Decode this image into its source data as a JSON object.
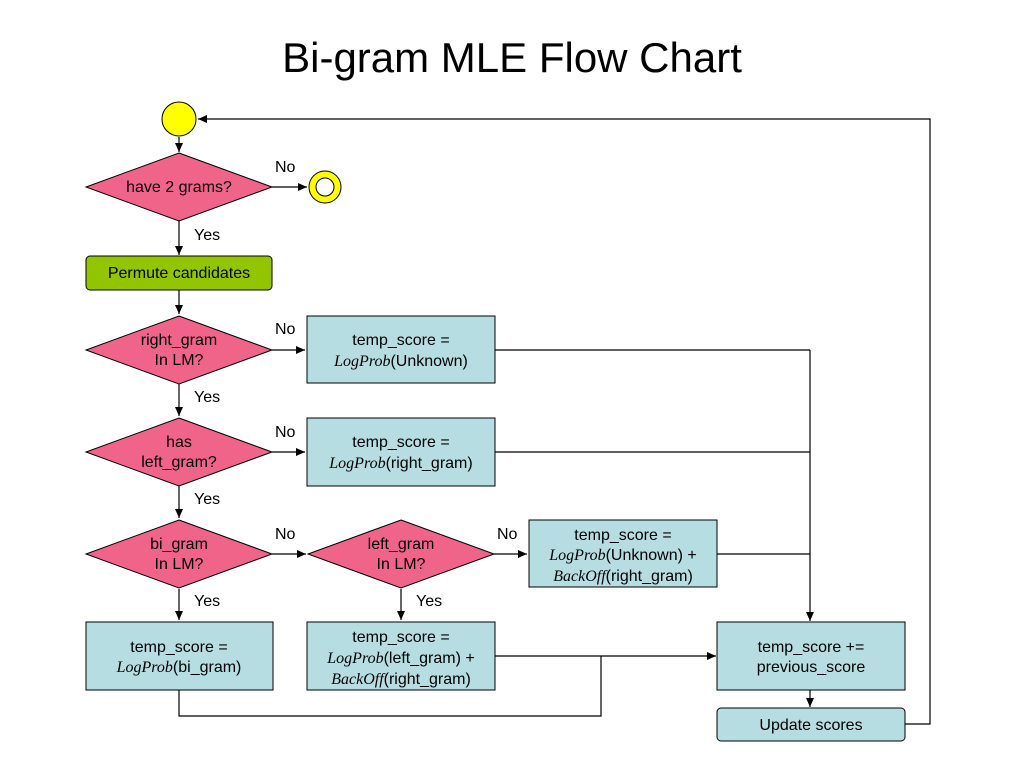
{
  "title": "Bi-gram MLE Flow Chart",
  "colors": {
    "diamond": "#f0648a",
    "process": "#b6dde1",
    "green": "#92c400",
    "terminal": "#ffff00",
    "line": "#000000"
  },
  "nodes": {
    "d1": "have 2 grams?",
    "permute": "Permute candidates",
    "d2_line1": "right_gram",
    "d2_line2": "In LM?",
    "p1_line1": "temp_score =",
    "p1_fn": "LogProb",
    "p1_arg": "(Unknown)",
    "d3_line1": "has",
    "d3_line2": "left_gram?",
    "p2_line1": "temp_score =",
    "p2_fn": "LogProb",
    "p2_arg": "(right_gram)",
    "d4_line1": "bi_gram",
    "d4_line2": "In LM?",
    "d5_line1": "left_gram",
    "d5_line2": "In LM?",
    "p3_line1": "temp_score =",
    "p3_fn1": "LogProb",
    "p3_arg1": "(Unknown) +",
    "p3_fn2": "BackOff",
    "p3_arg2": "(right_gram)",
    "p4_line1": "temp_score =",
    "p4_fn": "LogProb",
    "p4_arg": "(bi_gram)",
    "p5_line1": "temp_score =",
    "p5_fn1": "LogProb",
    "p5_arg1": "(left_gram) +",
    "p5_fn2": "BackOff",
    "p5_arg2": "(right_gram)",
    "p6_line1": "temp_score +=",
    "p6_line2": "previous_score",
    "update": "Update scores"
  },
  "labels": {
    "no1": "No",
    "yes1": "Yes",
    "no2": "No",
    "yes2": "Yes",
    "no3": "No",
    "yes3": "Yes",
    "no4": "No",
    "yes4": "Yes",
    "no5": "No",
    "yes5": "Yes"
  }
}
